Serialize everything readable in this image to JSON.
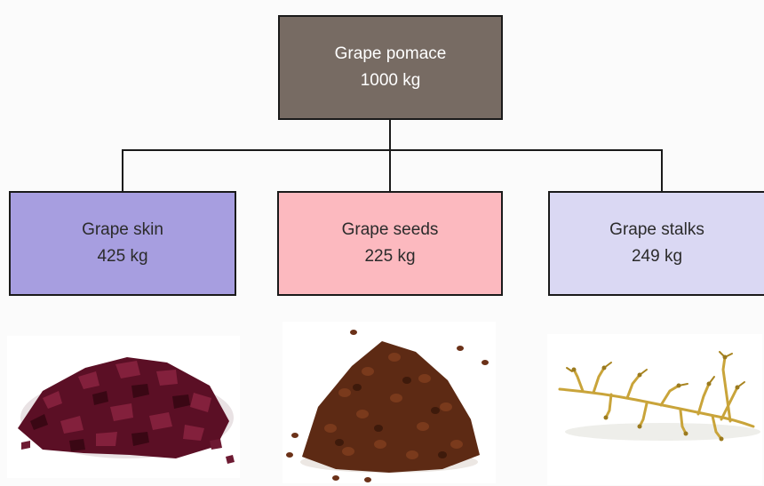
{
  "diagram": {
    "root": {
      "label": "Grape pomace",
      "amount": "1000 kg",
      "color": "#776b63"
    },
    "children": [
      {
        "label": "Grape skin",
        "amount": "425 kg",
        "color": "#a79ee0",
        "photo": "grape-skin-photo"
      },
      {
        "label": "Grape seeds",
        "amount": "225 kg",
        "color": "#fcb9bf",
        "photo": "grape-seeds-photo"
      },
      {
        "label": "Grape stalks",
        "amount": "249 kg",
        "color": "#dad8f3",
        "photo": "grape-stalks-photo"
      }
    ],
    "connector_color": "#1a1a1a"
  }
}
